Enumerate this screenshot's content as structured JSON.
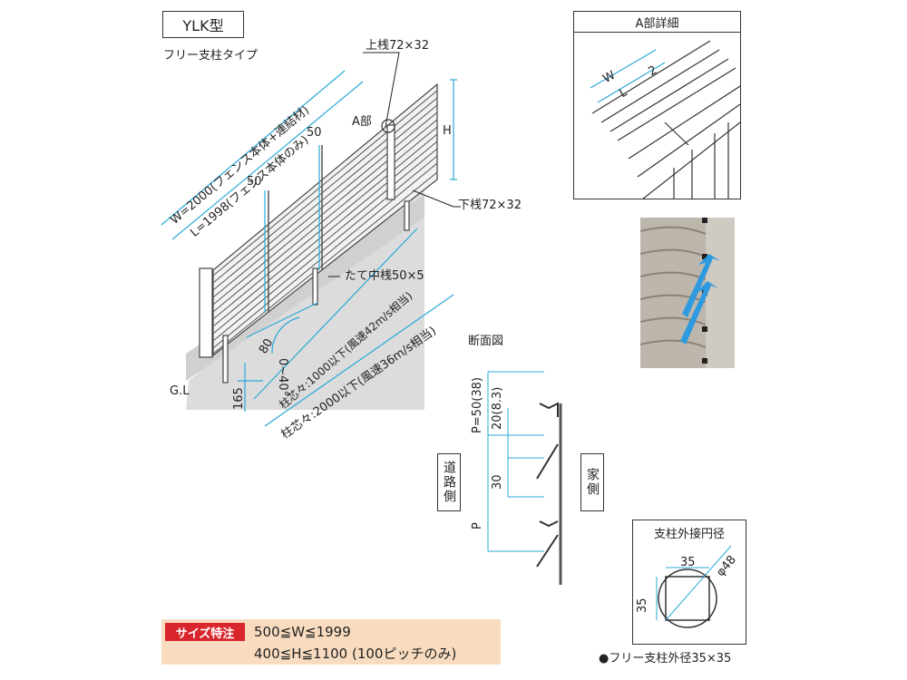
{
  "header": {
    "model": "YLK型",
    "type": "フリー支柱タイプ"
  },
  "main_view": {
    "labels": {
      "top_rail": "上桟72×32",
      "bottom_rail": "下桟72×32",
      "part_a": "A部",
      "height": "H",
      "vertical_mid": "たて中桟50×5",
      "gl": "G.L",
      "dim_80": "80",
      "dim_165": "165",
      "dim_50_a": "50",
      "dim_50_b": "50",
      "angle": "0~40°",
      "w_label": "W=2000(フェンス本体+連結材)",
      "l_label": "L=1998(フェンス本体のみ)",
      "pitch_1000": "柱芯々:1000以下(風速42m/s相当)",
      "pitch_2000": "柱芯々:2000以下(風速36m/s相当)"
    }
  },
  "detail_a": {
    "title": "A部詳細",
    "w": "W",
    "l": "L",
    "gap": "2"
  },
  "section": {
    "title": "断面図",
    "p_top": "P=50(38)",
    "dim_20": "20(8.3)",
    "dim_30": "30",
    "p_bottom": "P",
    "road_side": "道路側",
    "house_side": "家側"
  },
  "post": {
    "title": "支柱外接円径",
    "dim_w": "35",
    "dim_h": "35",
    "diameter": "φ48",
    "note": "●フリー支柱外径35×35"
  },
  "size_spec": {
    "badge": "サイズ特注",
    "line1": "500≦W≦1999",
    "line2": "400≦H≦1100 (100ピッチのみ)"
  },
  "colors": {
    "dimension": "#29a8d8",
    "accent": "#d9262d",
    "panel": "#f9dcc0",
    "fence": "#6b6b6b",
    "ground": "#dadada"
  }
}
